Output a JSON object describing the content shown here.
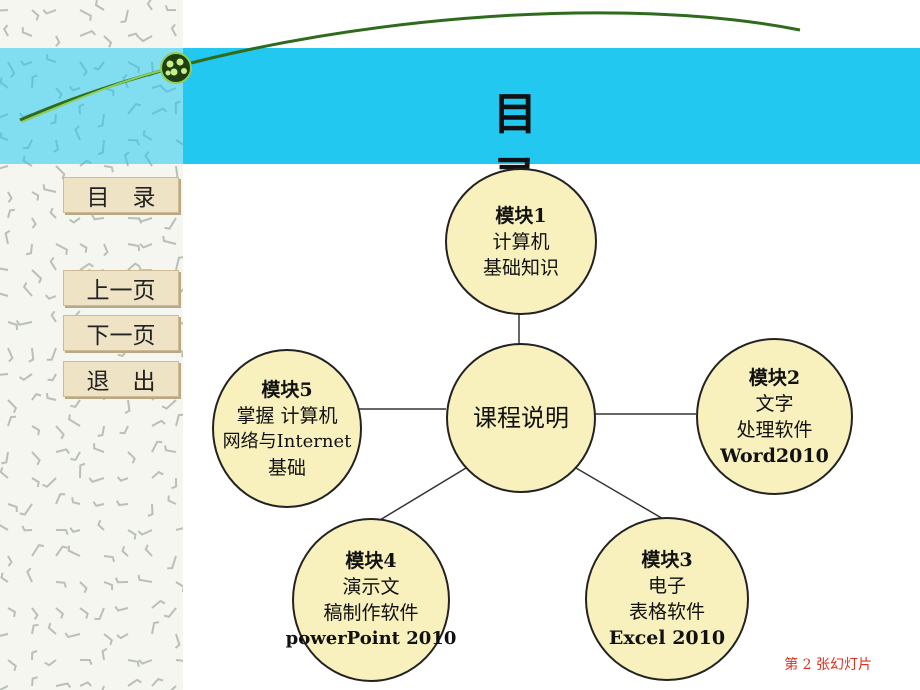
{
  "title": "目　录",
  "nav": {
    "toc": "目　录",
    "prev": "上一页",
    "next": "下一页",
    "exit": "退　出"
  },
  "diagram": {
    "center": "课程说明",
    "modules": [
      {
        "heading": "模块1",
        "lines": [
          "计算机",
          "基础知识"
        ]
      },
      {
        "heading": "模块2",
        "lines": [
          "文字",
          "处理软件",
          "Word2010"
        ]
      },
      {
        "heading": "模块3",
        "lines": [
          "电子",
          "表格软件",
          "Excel 2010"
        ]
      },
      {
        "heading": "模块4",
        "lines": [
          "演示文",
          "稿制作软件",
          "powerPoint 2010"
        ]
      },
      {
        "heading": "模块5",
        "lines": [
          "掌握 计算机",
          "网络与Internet",
          "基础"
        ]
      }
    ]
  },
  "footer": {
    "slide_number": "第 2 张幻灯片"
  },
  "colors": {
    "banner": "#22c8f0",
    "node_fill": "#f8f0bd",
    "nav_button": "#efe3c6",
    "slide_number": "#e0301e"
  }
}
